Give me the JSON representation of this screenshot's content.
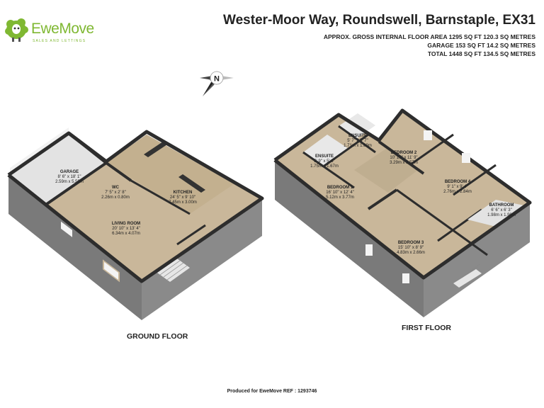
{
  "brand": {
    "name": "EweMove",
    "tagline": "SALES AND LETTINGS",
    "color": "#7fb832"
  },
  "header": {
    "title": "Wester-Moor Way, Roundswell, Barnstaple, EX31",
    "areas": [
      "APPROX. GROSS INTERNAL FLOOR AREA 1295 SQ FT 120.3 SQ METRES",
      "GARAGE 153 SQ FT 14.2 SQ METRES",
      "TOTAL 1448 SQ FT 134.5 SQ METRES"
    ]
  },
  "compass": {
    "letter": "N",
    "icon": "compass-north-icon"
  },
  "floors": {
    "ground": {
      "label": "GROUND FLOOR",
      "rooms": [
        {
          "name": "GARAGE",
          "imperial": "8' 6\" x 18' 1\"",
          "metric": "2.59m x 5.50m"
        },
        {
          "name": "WC",
          "imperial": "7' 5\" x 2' 8\"",
          "metric": "2.26m x 0.80m"
        },
        {
          "name": "KITCHEN",
          "imperial": "24' 5\" x 9' 10\"",
          "metric": "7.45m x 3.00m"
        },
        {
          "name": "LIVING ROOM",
          "imperial": "20' 10\" x 13' 4\"",
          "metric": "6.34m x 4.07m"
        }
      ]
    },
    "first": {
      "label": "FIRST FLOOR",
      "rooms": [
        {
          "name": "ENSUITE",
          "imperial": "5' 7\" x 5' 7\"",
          "metric": "1.71m x 1.69m"
        },
        {
          "name": "ENSUITE",
          "imperial": "5' 9\" x 5' 6\"",
          "metric": "1.75m x 1.67m"
        },
        {
          "name": "BEDROOM 2",
          "imperial": "10' 10\" x 11' 9\"",
          "metric": "3.29m x 3.57m"
        },
        {
          "name": "BEDROOM 1",
          "imperial": "16' 10\" x 12' 4\"",
          "metric": "5.12m x 3.77m"
        },
        {
          "name": "BEDROOM 4",
          "imperial": "9' 1\" x 9' 4\"",
          "metric": "2.76m x 2.84m"
        },
        {
          "name": "BATHROOM",
          "imperial": "6' 6\" x 6' 3\"",
          "metric": "1.98m x 1.90m"
        },
        {
          "name": "BEDROOM 3",
          "imperial": "15' 10\" x 8' 9\"",
          "metric": "4.83m x 2.66m"
        }
      ]
    }
  },
  "footer": {
    "text": "Produced for EweMove    REF : 1293746"
  },
  "colors": {
    "floor": "#c9b79a",
    "wall_top": "#2d2d2d",
    "wall_face": "#7a7a7a",
    "wall_inner": "#f2f2f2",
    "garage_floor": "#e3e3e3"
  }
}
